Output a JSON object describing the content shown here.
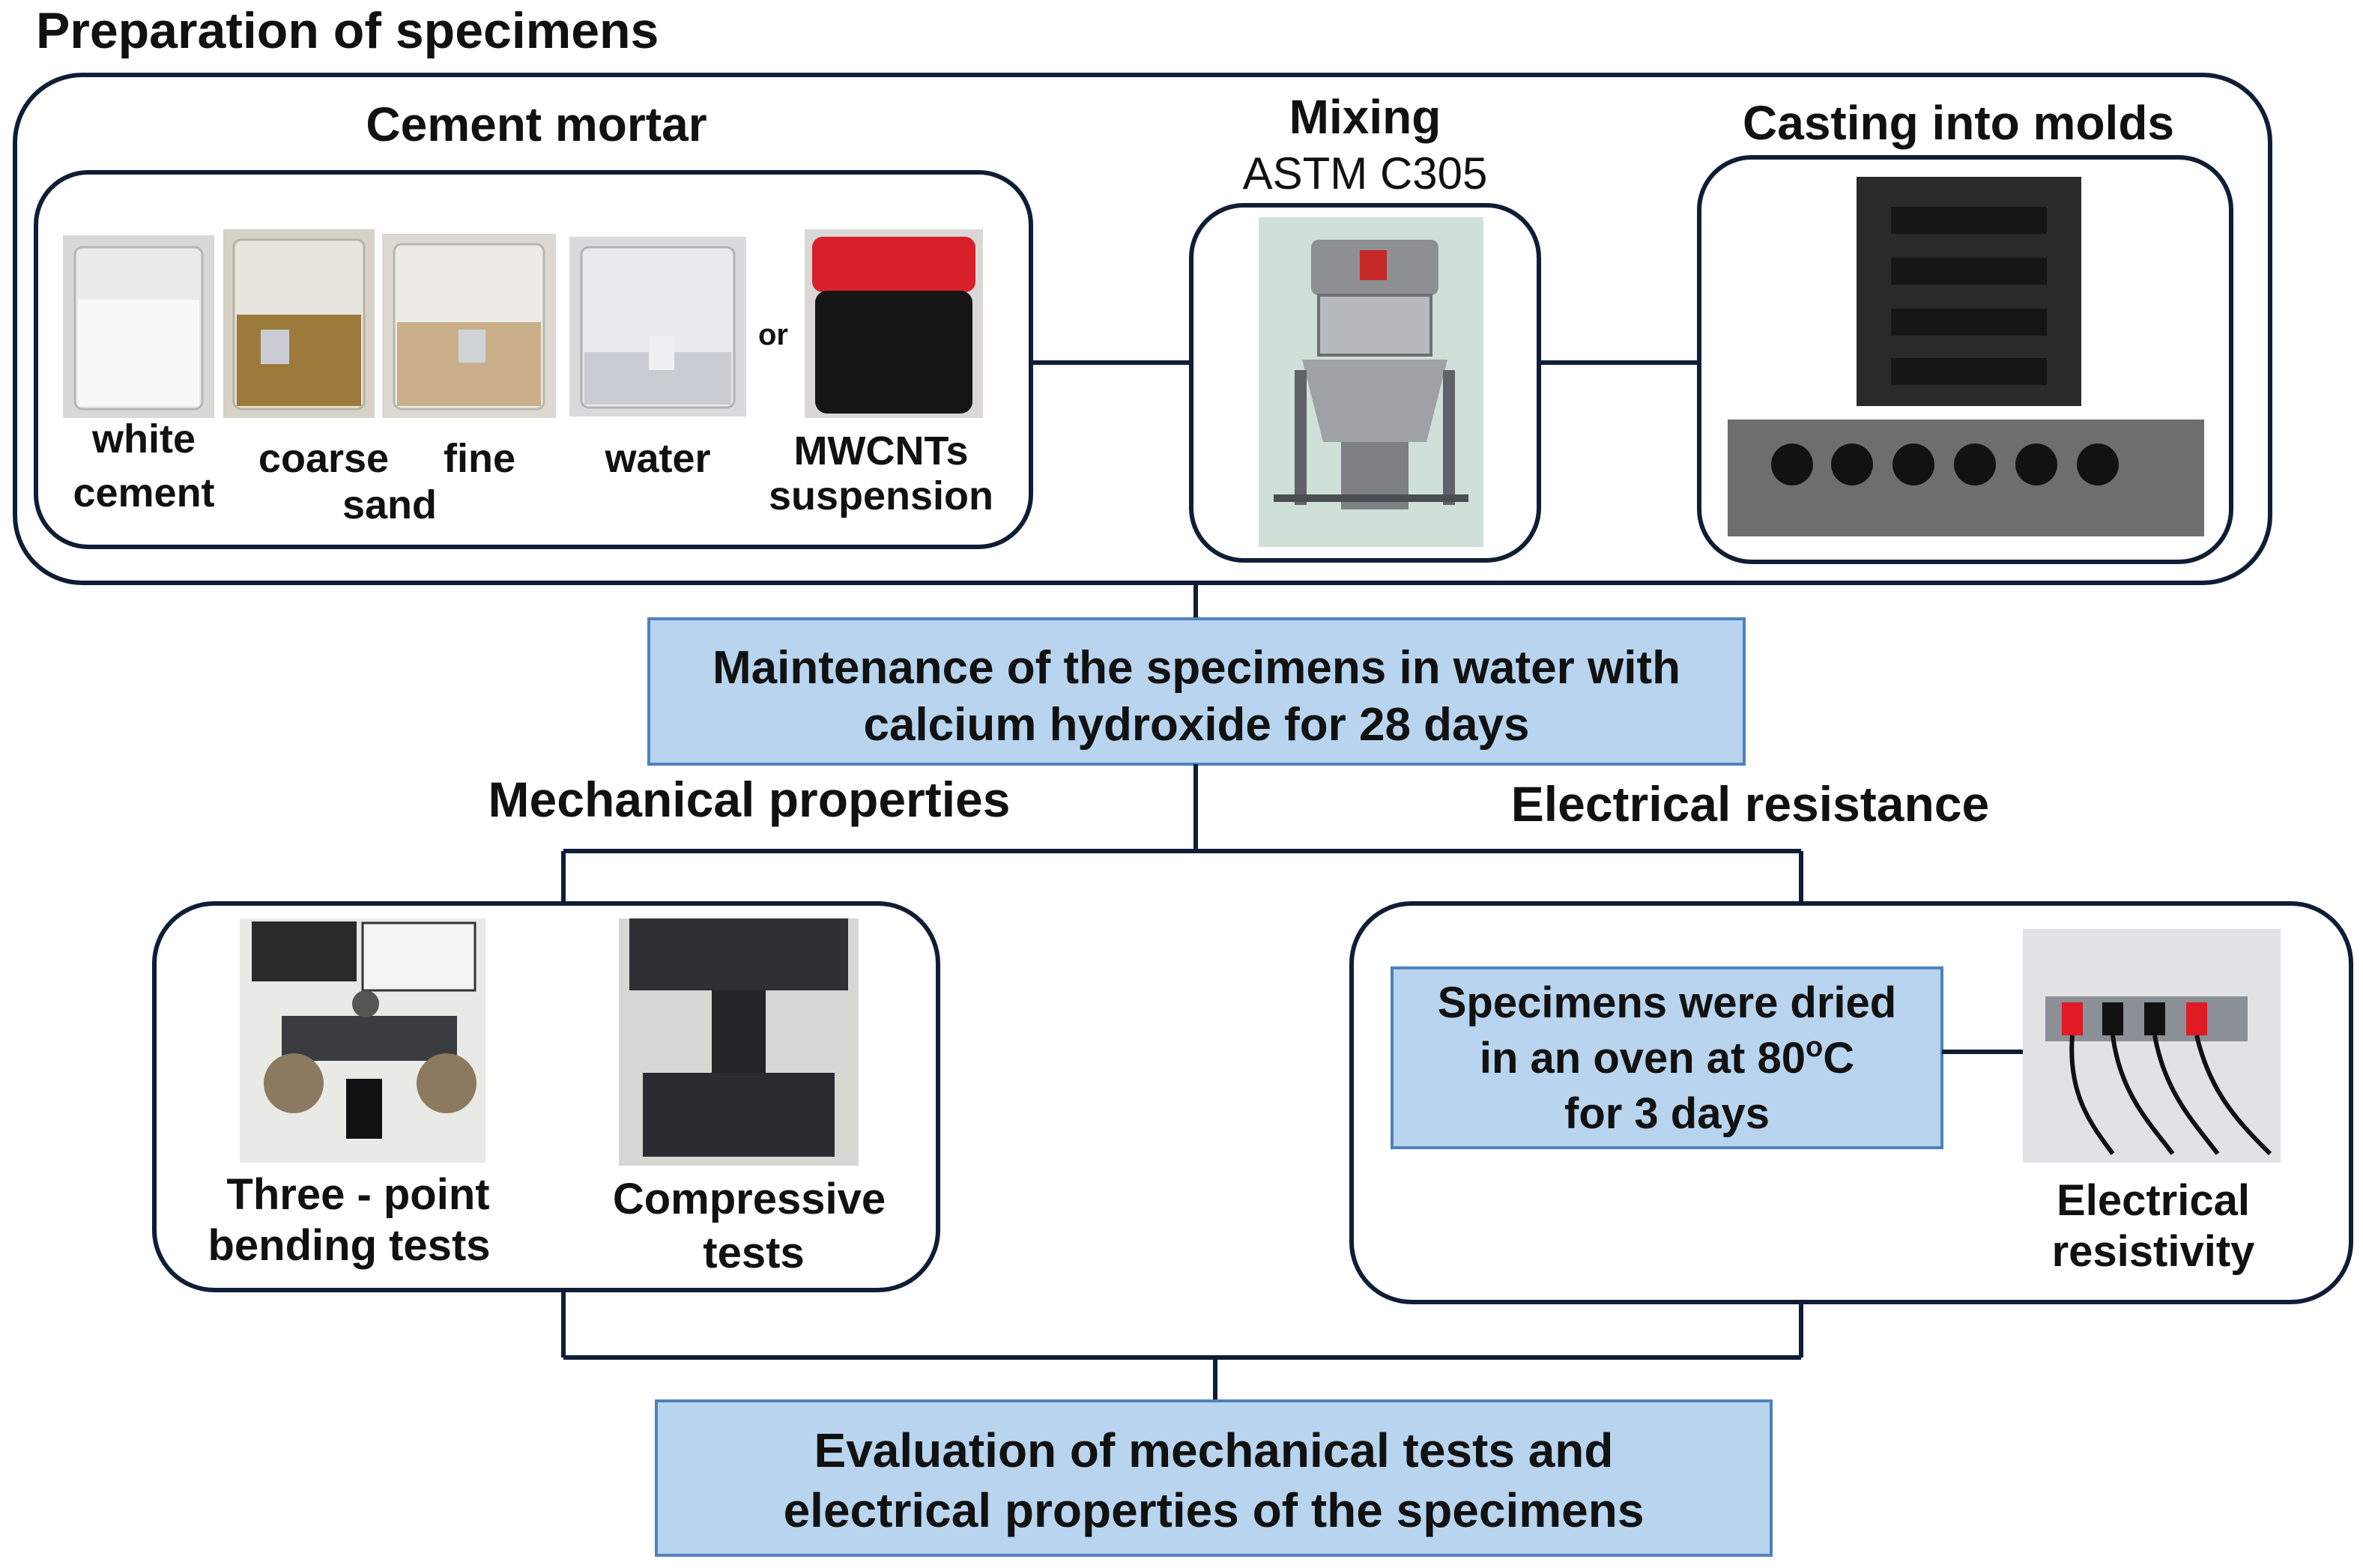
{
  "title": "Preparation of specimens",
  "cement_mortar": {
    "heading": "Cement mortar",
    "or_label": "or",
    "ingredients": [
      {
        "line1": "white",
        "line2": "cement",
        "icon": "beaker-white-cement"
      },
      {
        "line1": "coarse",
        "line2": "",
        "icon": "beaker-coarse-sand"
      },
      {
        "line1": "fine",
        "line2": "",
        "icon": "beaker-fine-sand"
      },
      {
        "line1": "water",
        "line2": "",
        "icon": "beaker-water"
      },
      {
        "line1": "MWCNTs",
        "line2": "suspension",
        "icon": "jar-mwcnts-suspension"
      }
    ],
    "shared_label": "sand"
  },
  "mixing": {
    "heading": "Mixing",
    "standard": "ASTM C305",
    "icon": "mixer-machine-photo"
  },
  "casting": {
    "heading": "Casting into molds",
    "icon": "mold-photo"
  },
  "curing": {
    "line1": "Maintenance of the specimens in water with",
    "line2": "calcium hydroxide for 28 days"
  },
  "mechanical": {
    "heading": "Mechanical properties",
    "tests": [
      {
        "line1": "Three - point",
        "line2": "bending tests",
        "icon": "bending-test-photo"
      },
      {
        "line1": "Compressive",
        "line2": "tests",
        "icon": "compression-test-photo"
      }
    ]
  },
  "electrical": {
    "heading": "Electrical resistance",
    "drying": {
      "line1": "Specimens were dried",
      "line2": "in an oven at 80",
      "line2_sup": "o",
      "line2_unit": "C",
      "line3": "for 3 days"
    },
    "resistivity": {
      "line1": "Electrical",
      "line2": "resistivity",
      "icon": "resistivity-setup-photo"
    }
  },
  "evaluation": {
    "line1": "Evaluation of mechanical tests and",
    "line2": "electrical properties of the specimens"
  },
  "colors": {
    "box_fill": "#b8d4ee",
    "box_border": "#4f81bd",
    "frame": "#0f1d36"
  }
}
